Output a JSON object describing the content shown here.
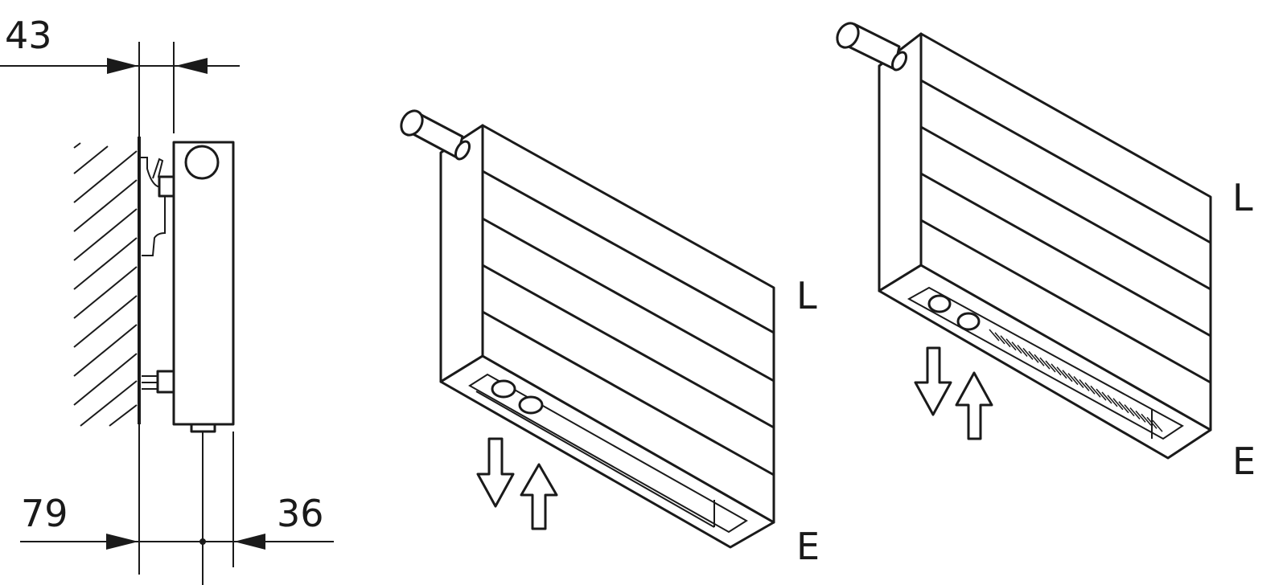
{
  "side_view": {
    "dim_top": "43",
    "dim_bottom_left": "79",
    "dim_bottom_right": "36"
  },
  "radiator_front": {
    "label_top": "L",
    "label_bottom": "E"
  },
  "radiator_rear": {
    "label_top": "L",
    "label_bottom": "E"
  }
}
